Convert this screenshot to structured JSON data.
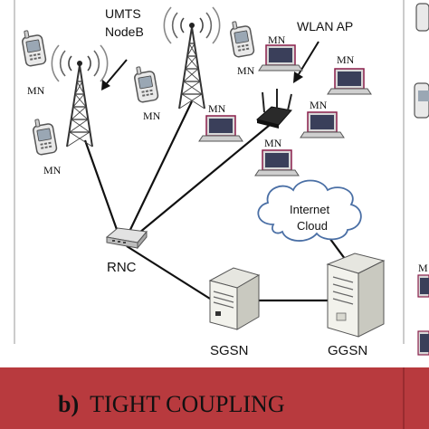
{
  "labels": {
    "umts_line1": "UMTS",
    "umts_line2": "NodeB",
    "wlan_ap": "WLAN AP",
    "internet_line1": "Internet",
    "internet_line2": "Cloud",
    "rnc": "RNC",
    "sgsn": "SGSN",
    "ggsn": "GGSN",
    "mn": "MN"
  },
  "caption": {
    "prefix": "b)",
    "text": "TIGHT COUPLING"
  },
  "colors": {
    "caption_band": "#b83a3e",
    "link": "#111111",
    "cloud_stroke": "#4a6fa5",
    "laptop_frame": "#8a1f4a",
    "laptop_screen": "#3a3f5a"
  }
}
